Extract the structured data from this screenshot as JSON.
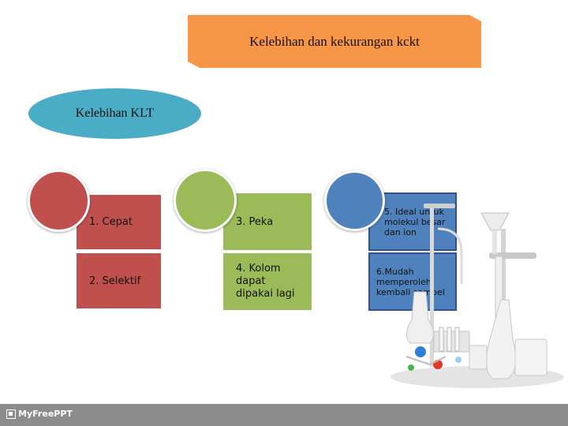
{
  "title": "Kelebihan dan kekurangan kckt",
  "ellipse_label": "Kelebihan KLT",
  "red_items": [
    "1. Cepat",
    "2. Selektif"
  ],
  "green_items": [
    "3. Peka",
    "4. Kolom dapat dipakai lagi"
  ],
  "blue_items": [
    "5. Ideal untuk molekul besar dan ion",
    "6.Mudah memperoleh kembali sampel"
  ],
  "footer_brand": "MyFreePPT",
  "colors": {
    "banner": "#f79646",
    "ellipse": "#4bacc6",
    "red": "#c0504d",
    "green": "#9bbb59",
    "blue": "#4f81bd",
    "footer": "#8c8c8c"
  },
  "illustration": "laboratory-glassware-image"
}
